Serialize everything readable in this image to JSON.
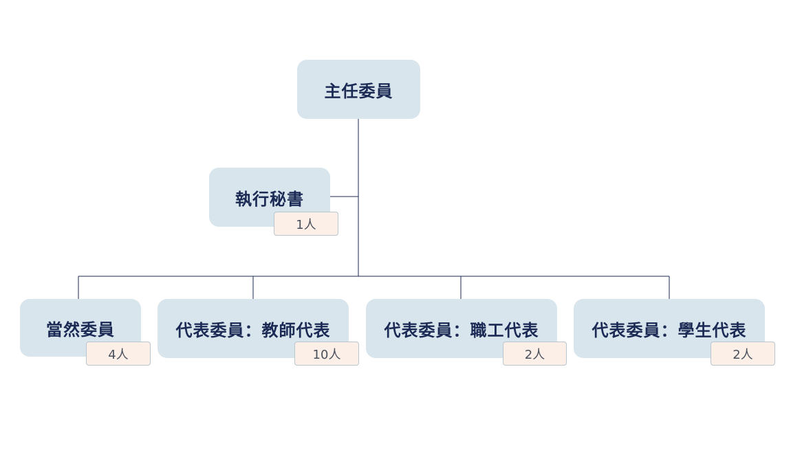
{
  "org_chart": {
    "head": {
      "label": "主任委員"
    },
    "secretary": {
      "label": "執行秘書",
      "count": "1人"
    },
    "members": [
      {
        "label": "當然委員",
        "count": "4人"
      },
      {
        "label": "代表委員：教師代表",
        "count": "10人"
      },
      {
        "label": "代表委員：職工代表",
        "count": "2人"
      },
      {
        "label": "代表委員：學生代表",
        "count": "2人"
      }
    ]
  },
  "colors": {
    "node_fill": "#d8e5ec",
    "node_text": "#1b2a55",
    "badge_fill": "#fbefe7",
    "connector": "#1b2a55"
  }
}
